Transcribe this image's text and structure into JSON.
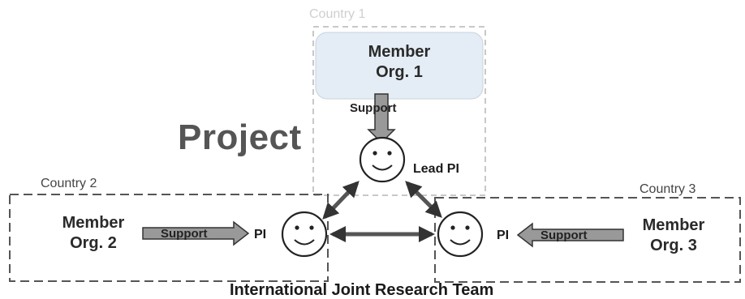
{
  "title": "Project",
  "team_label": "International Joint Research Team",
  "countries": [
    {
      "label": "Country 1",
      "member_line1": "Member",
      "member_line2": "Org. 1",
      "support": "Support",
      "pi": "Lead PI"
    },
    {
      "label": "Country 2",
      "member_line1": "Member",
      "member_line2": "Org. 2",
      "support": "Support",
      "pi": "PI"
    },
    {
      "label": "Country 3",
      "member_line1": "Member",
      "member_line2": "Org. 3",
      "support": "Support",
      "pi": "PI"
    }
  ],
  "icons": {
    "pi_face": "smiley-face-icon",
    "support_arrow": "block-arrow-icon",
    "link_arrow": "double-headed-arrow-icon"
  },
  "colors": {
    "member_box_fill": "#e4ecf5",
    "dashed_border": "#555555",
    "faint_border": "#b5b5b5",
    "arrow_fill": "#999999",
    "arrow_stroke": "#333333"
  }
}
